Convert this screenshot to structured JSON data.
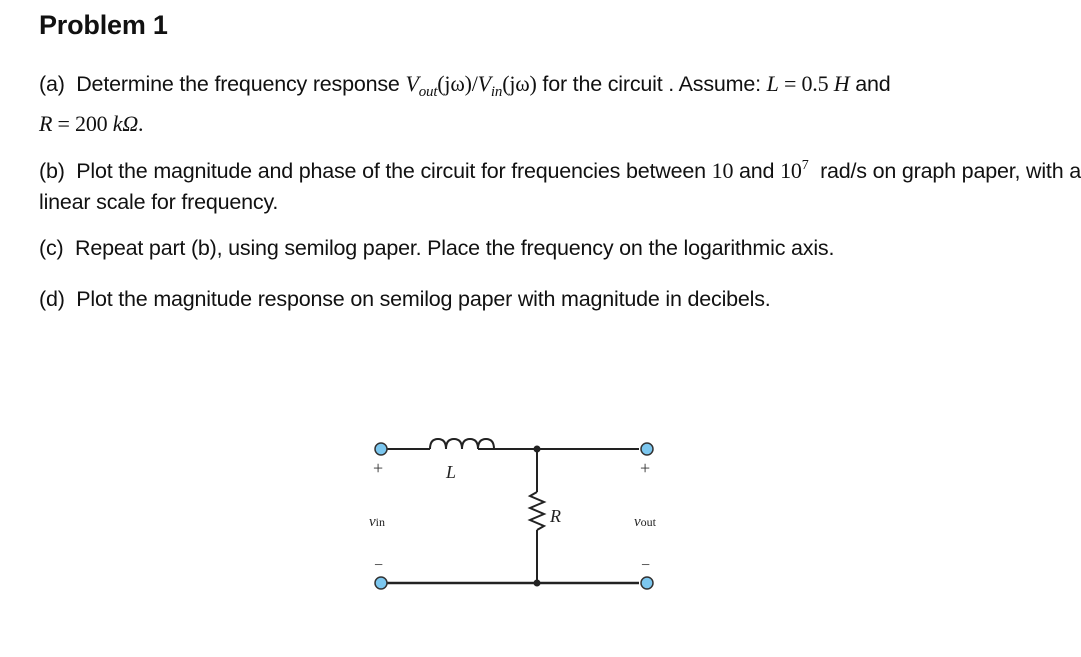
{
  "title": "Problem 1",
  "parts": {
    "a": {
      "label": "(a)",
      "text1": "Determine the frequency response",
      "tf_num": "V",
      "tf_num_sub": "out",
      "tf_arg1": "(jω)/",
      "tf_den": "V",
      "tf_den_sub": "in",
      "tf_arg2": "(jω)",
      "text2": "for the circuit .  Assume:",
      "L_expr": "L",
      "L_eq": " = 0.5 ",
      "L_unit": "H",
      "text3": "and",
      "R_expr": "R",
      "R_eq": " = 200 ",
      "R_unit": "kΩ",
      "R_end": "."
    },
    "b": {
      "label": "(b)",
      "text1": "Plot the magnitude and phase of the circuit for frequencies between",
      "f_low": "10",
      "and": "and",
      "f_high_base": "10",
      "f_high_exp": "7",
      "text2": "rad/s on graph paper, with a linear scale for frequency."
    },
    "c": {
      "label": "(c)",
      "text": "Repeat part (b), using semilog paper.  Place the frequency on the logarithmic axis."
    },
    "d": {
      "label": "(d)",
      "text": "Plot the magnitude response on semilog paper with magnitude in decibels."
    }
  },
  "circuit": {
    "inductor_label": "L",
    "resistor_label": "R",
    "vin_label": "v",
    "vin_sub": "in",
    "vout_label": "v",
    "vout_sub": "out",
    "plus": "+",
    "minus": "−",
    "terminal_color": "#7cc7ef",
    "wire_color": "#222222"
  }
}
